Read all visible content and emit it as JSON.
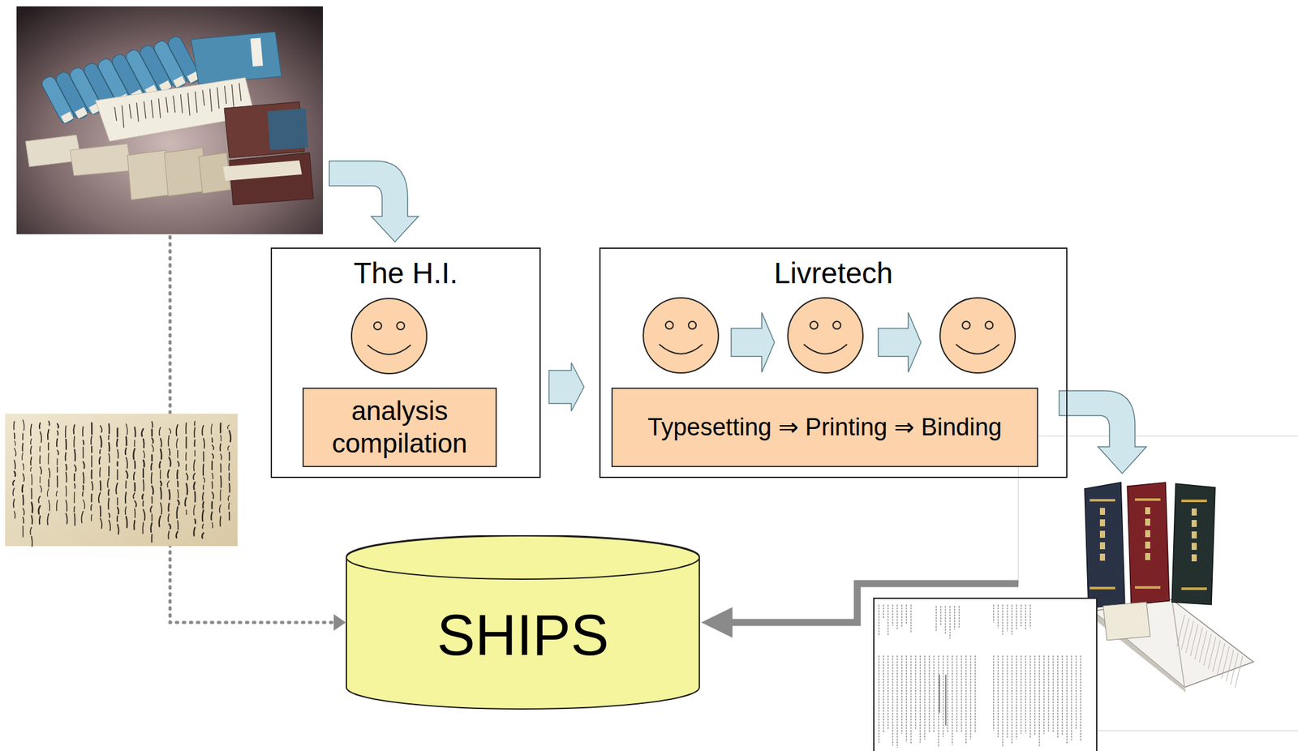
{
  "diagram": {
    "nodes": [
      {
        "text": [
          "The H.I."
        ]
      },
      {
        "text": [
          "analysis compilation"
        ],
        "in": 0
      },
      {
        "text": [
          "Livretech"
        ]
      },
      {
        "text": [
          "Typesetting ⇒ Printing ⇒ Binding"
        ],
        "in": 2
      },
      {
        "text": [
          "SHIPS"
        ]
      }
    ],
    "edges": [
      {
        "from": 0,
        "to": 2,
        "arrow": "to"
      }
    ]
  }
}
